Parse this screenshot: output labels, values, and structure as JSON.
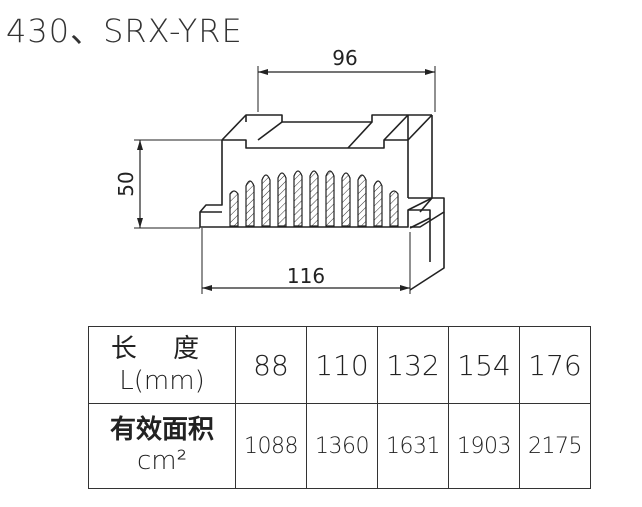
{
  "title": "430、SRX-YRE",
  "dimensions": {
    "width": "96",
    "height": "50",
    "base": "116"
  },
  "table": {
    "row1_label_cn": "长 度",
    "row1_label_unit": "L(mm)",
    "row2_label_cn": "有效面积",
    "row2_label_unit": "cm²",
    "lengths": [
      "88",
      "110",
      "132",
      "154",
      "176"
    ],
    "areas": [
      "1088",
      "1360",
      "1631",
      "1903",
      "2175"
    ]
  }
}
